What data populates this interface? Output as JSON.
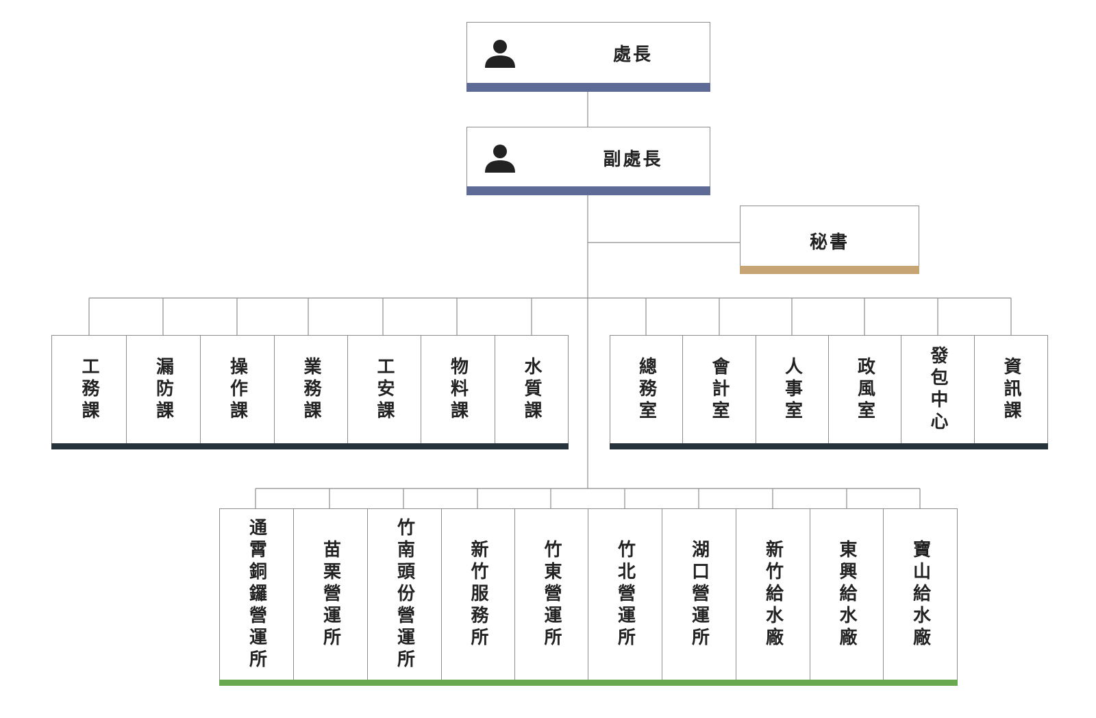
{
  "head": {
    "title": "處長",
    "icon": "person-icon"
  },
  "deputy": {
    "title": "副處長",
    "icon": "person-icon"
  },
  "secretary": {
    "title": "秘書"
  },
  "sections_left": [
    "工務課",
    "漏防課",
    "操作課",
    "業務課",
    "工安課",
    "物料課",
    "水質課"
  ],
  "sections_right": [
    "總務室",
    "會計室",
    "人事室",
    "政風室",
    "發包中心",
    "資訊課"
  ],
  "field_units": [
    "通霄銅鑼營運所",
    "苗栗營運所",
    "竹南頭份營運所",
    "新竹服務所",
    "竹東營運所",
    "竹北營運所",
    "湖口營運所",
    "新竹給水廠",
    "東興給水廠",
    "寶山給水廠"
  ],
  "colors": {
    "executive_bar": "#5e6b96",
    "secretary_bar": "#c7a474",
    "section_bar": "#27333a",
    "field_bar": "#6aa84f",
    "connector": "#8c8c8c"
  }
}
